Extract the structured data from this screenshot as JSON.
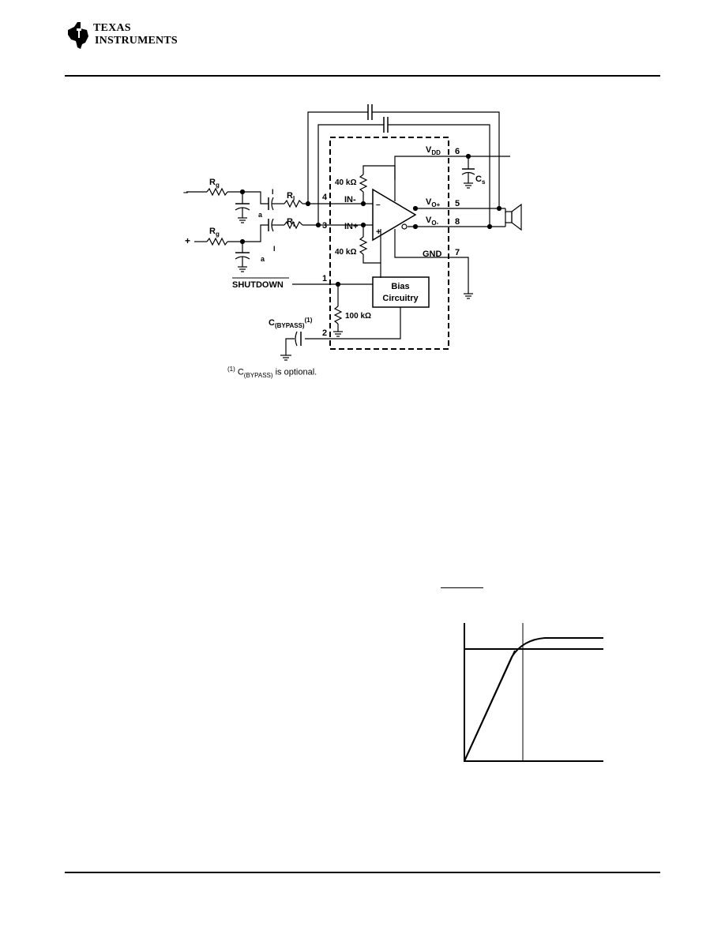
{
  "header": {
    "brand_line1": "Texas",
    "brand_line2": "Instruments"
  },
  "schematic": {
    "rg_top": "R",
    "rg_top_sub": "g",
    "rg_bot": "R",
    "rg_bot_sub": "g",
    "minus_sign": "–",
    "plus_sign": "+",
    "ri_top": "R",
    "ri_top_sub": "I",
    "ri_bot": "R",
    "ri_bot_sub": "I",
    "i_top": "I",
    "i_bot": "I",
    "a_top": "a",
    "a_bot": "a",
    "pin4": "4",
    "pin3": "3",
    "pin1": "1",
    "pin2": "2",
    "pin5": "5",
    "pin6": "6",
    "pin7": "7",
    "pin8": "8",
    "in_minus": "IN-",
    "in_plus": "IN+",
    "vdd": "V",
    "vdd_sub": "DD",
    "vo_plus": "V",
    "vo_plus_sub": "O+",
    "vo_minus": "V",
    "vo_minus_sub": "O-",
    "gnd": "GND",
    "cs": "C",
    "cs_sub": "s",
    "r40_top": "40 kΩ",
    "r40_bot": "40 kΩ",
    "r100": "100 kΩ",
    "opamp_minus": "–",
    "opamp_plus": "+",
    "bias_line1": "Bias",
    "bias_line2": "Circuitry",
    "shutdown": "SHUTDOWN",
    "cbypass": "C",
    "cbypass_sub": "(BYPASS)",
    "cbypass_sup": "(1)"
  },
  "footnote": {
    "marker": "(1)",
    "c": "C",
    "sub": "(BYPASS)",
    "text": "is optional."
  }
}
